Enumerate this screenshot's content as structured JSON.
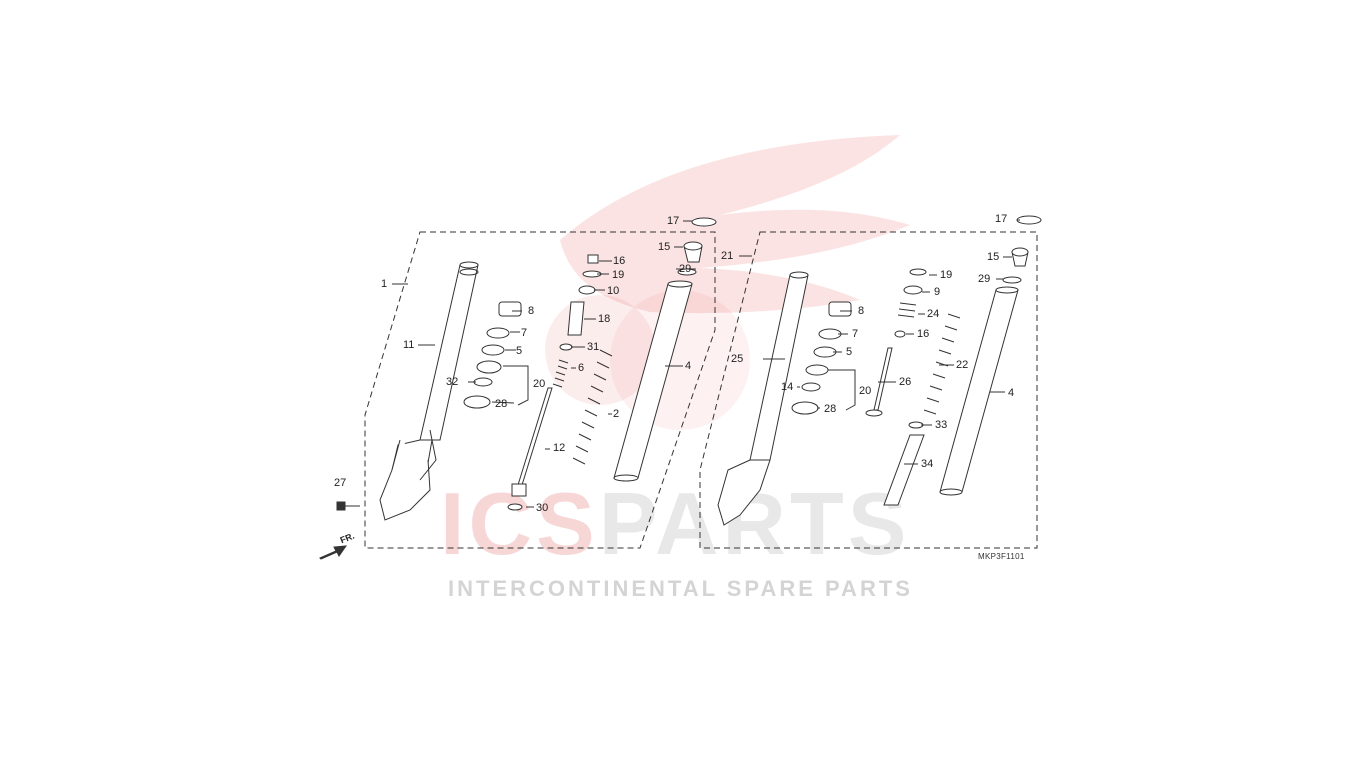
{
  "diagram": {
    "code": "MKP3F1101",
    "front_marker": "FR.",
    "left_labels": [
      "1",
      "11",
      "8",
      "7",
      "5",
      "32",
      "20",
      "28",
      "27",
      "12",
      "30",
      "16",
      "19",
      "10",
      "18",
      "31",
      "6",
      "2",
      "17",
      "15",
      "29",
      "4"
    ],
    "right_labels": [
      "21",
      "25",
      "8",
      "7",
      "5",
      "14",
      "20",
      "28",
      "26",
      "19",
      "9",
      "24",
      "16",
      "22",
      "33",
      "34",
      "17",
      "15",
      "29",
      "4"
    ]
  },
  "watermark": {
    "brand_a": "ICS",
    "brand_b": "PARTS",
    "tagline": "INTERCONTINENTAL SPARE PARTS"
  },
  "colors": {
    "line": "#333333",
    "watermark_red": "#e57373",
    "watermark_gray": "#b0b0b0"
  }
}
